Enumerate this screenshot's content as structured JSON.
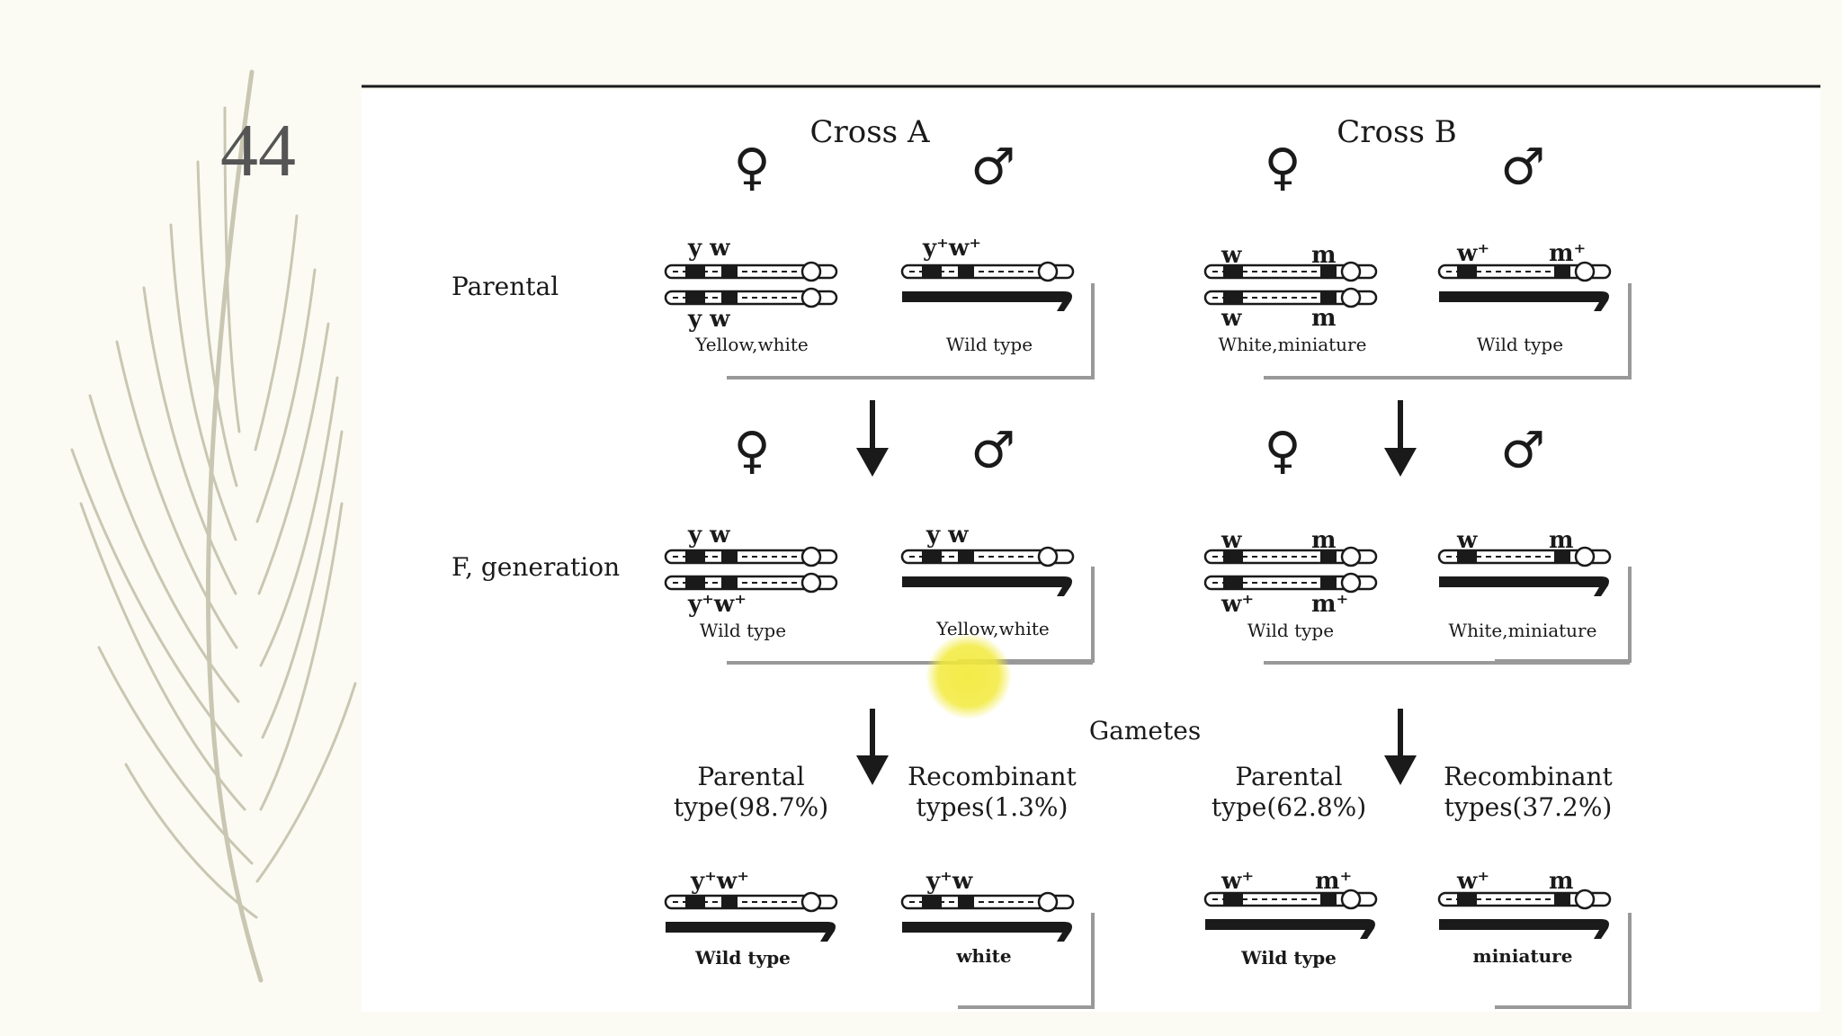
{
  "slide": {
    "page_number": "44"
  },
  "diagram": {
    "cross_a_title": "Cross A",
    "cross_b_title": "Cross B",
    "female_symbol": "♀",
    "male_symbol": "♂",
    "row_parental": "Parental",
    "row_f1": "F, generation",
    "gametes_label": "Gametes",
    "cross_a": {
      "parental": {
        "female_top": "y  w",
        "female_bottom": "y  w",
        "female_caption": "Yellow,white",
        "male_top": "y⁺w⁺",
        "male_caption": "Wild type"
      },
      "f1": {
        "female_top": "y  w",
        "female_bottom": "y⁺w⁺",
        "female_caption": "Wild type",
        "male_top": "y  w",
        "male_caption": "Yellow,white"
      },
      "parental_types_line1": "Parental",
      "parental_types_line2": "type(98.7%)",
      "recombinant_types_line1": "Recombinant",
      "recombinant_types_line2": "types(1.3%)",
      "gamete_1_label": "y⁺w⁺",
      "gamete_1_caption": "Wild type",
      "gamete_2_label": "y⁺w",
      "gamete_2_caption": "white"
    },
    "cross_b": {
      "parental": {
        "female_top_left": "w",
        "female_top_right": "m",
        "female_bottom_left": "w",
        "female_bottom_right": "m",
        "female_caption": "White,miniature",
        "male_top_left": "w⁺",
        "male_top_right": "m⁺",
        "male_caption": "Wild type"
      },
      "f1": {
        "female_top_left": "w",
        "female_top_right": "m",
        "female_bottom_left": "w⁺",
        "female_bottom_right": "m⁺",
        "female_caption": "Wild type",
        "male_top_left": "w",
        "male_top_right": "m",
        "male_caption": "White,miniature"
      },
      "parental_types_line1": "Parental",
      "parental_types_line2": "type(62.8%)",
      "recombinant_types_line1": "Recombinant",
      "recombinant_types_line2": "types(37.2%)",
      "gamete_1_left": "w⁺",
      "gamete_1_right": "m⁺",
      "gamete_1_caption": "Wild type",
      "gamete_2_left": "w⁺",
      "gamete_2_right": "m",
      "gamete_2_caption": "miniature"
    }
  },
  "colors": {
    "background": "#fbfbf4",
    "panel": "#ffffff",
    "feather": "#c9c7b2",
    "cursor_highlight": "#f2ea3c",
    "ink": "#1a1a1a"
  }
}
